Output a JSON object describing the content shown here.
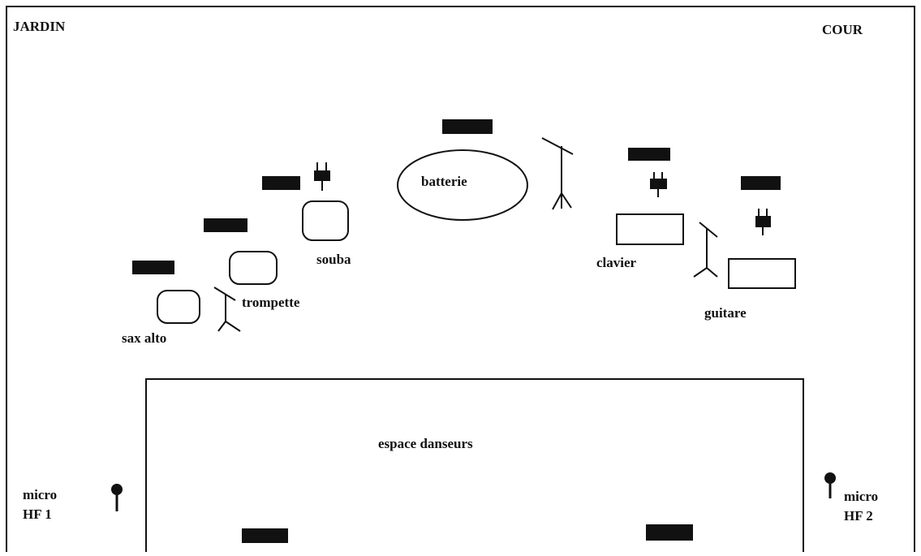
{
  "corners": {
    "left": "JARDIN",
    "right": "COUR"
  },
  "instruments": {
    "batterie": "batterie",
    "souba": "souba",
    "trompette": "trompette",
    "sax_alto": "sax alto",
    "clavier": "clavier",
    "guitare": "guitare"
  },
  "dance_area": {
    "label": "espace danseurs"
  },
  "mics": {
    "hf1": {
      "line1": "micro",
      "line2": "HF 1"
    },
    "hf2": {
      "line1": "micro",
      "line2": "HF 2"
    }
  },
  "colors": {
    "ink": "#111111",
    "monitor": "#111111",
    "background": "#ffffff"
  }
}
